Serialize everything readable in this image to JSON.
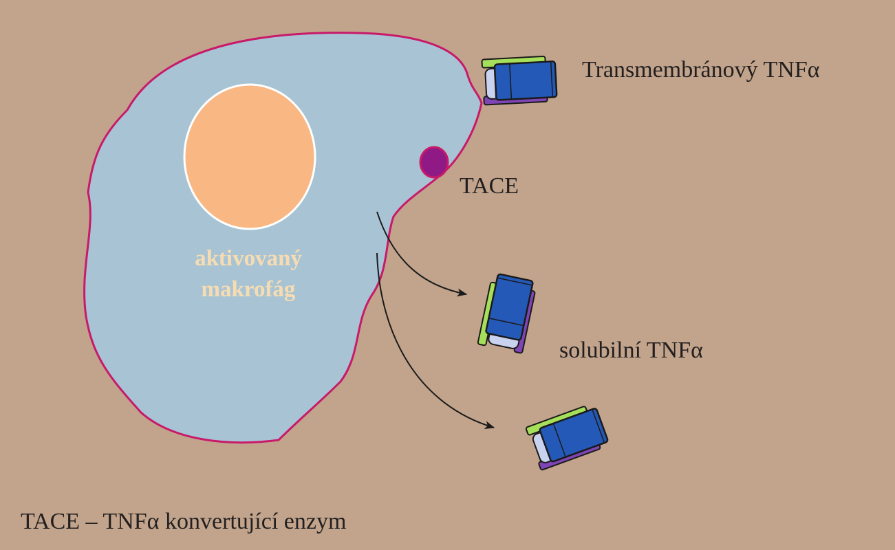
{
  "labels": {
    "transmembrane": "Transmembránový TNFα",
    "tace": "TACE",
    "soluble": "solubilní TNFα",
    "cell_line1": "aktivovaný",
    "cell_line2": "makrofág",
    "caption": "TACE – TNFα konvertující enzym"
  },
  "colors": {
    "background": "#c1a48b",
    "cytoplasm": "#a8c4d4",
    "membrane": "#c8196a",
    "nucleus": "#f9b784",
    "tace_enzyme": "#8f1a85",
    "subunit_blue": "#2459b8",
    "subunit_green": "#a6e05a",
    "subunit_purple": "#7f45b4",
    "subunit_light": "#c9d2ee",
    "arrow": "#1a1a1a"
  },
  "icons": {
    "trimer": "tnf-alpha-trimer-icon",
    "enzyme": "tace-enzyme-icon"
  }
}
